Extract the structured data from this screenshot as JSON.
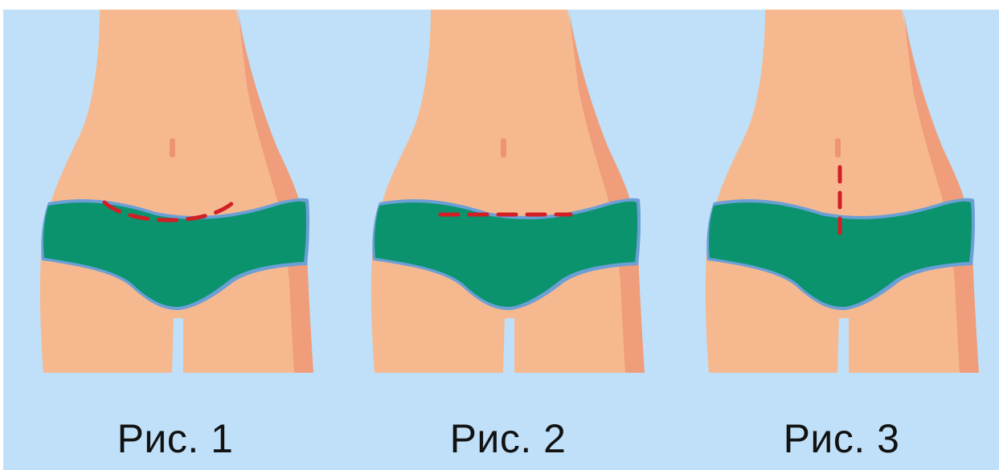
{
  "colors": {
    "background": "#bfe0f8",
    "skin": "#f6b98f",
    "skin_shadow": "#ec9473",
    "underwear": "#0b936e",
    "underwear_trim": "#6b9fd6",
    "incision": "#d01f25"
  },
  "figures": [
    {
      "caption": "Рис. 1",
      "incision_type": "curved-horizontal"
    },
    {
      "caption": "Рис. 2",
      "incision_type": "straight-horizontal"
    },
    {
      "caption": "Рис. 3",
      "incision_type": "vertical"
    }
  ]
}
